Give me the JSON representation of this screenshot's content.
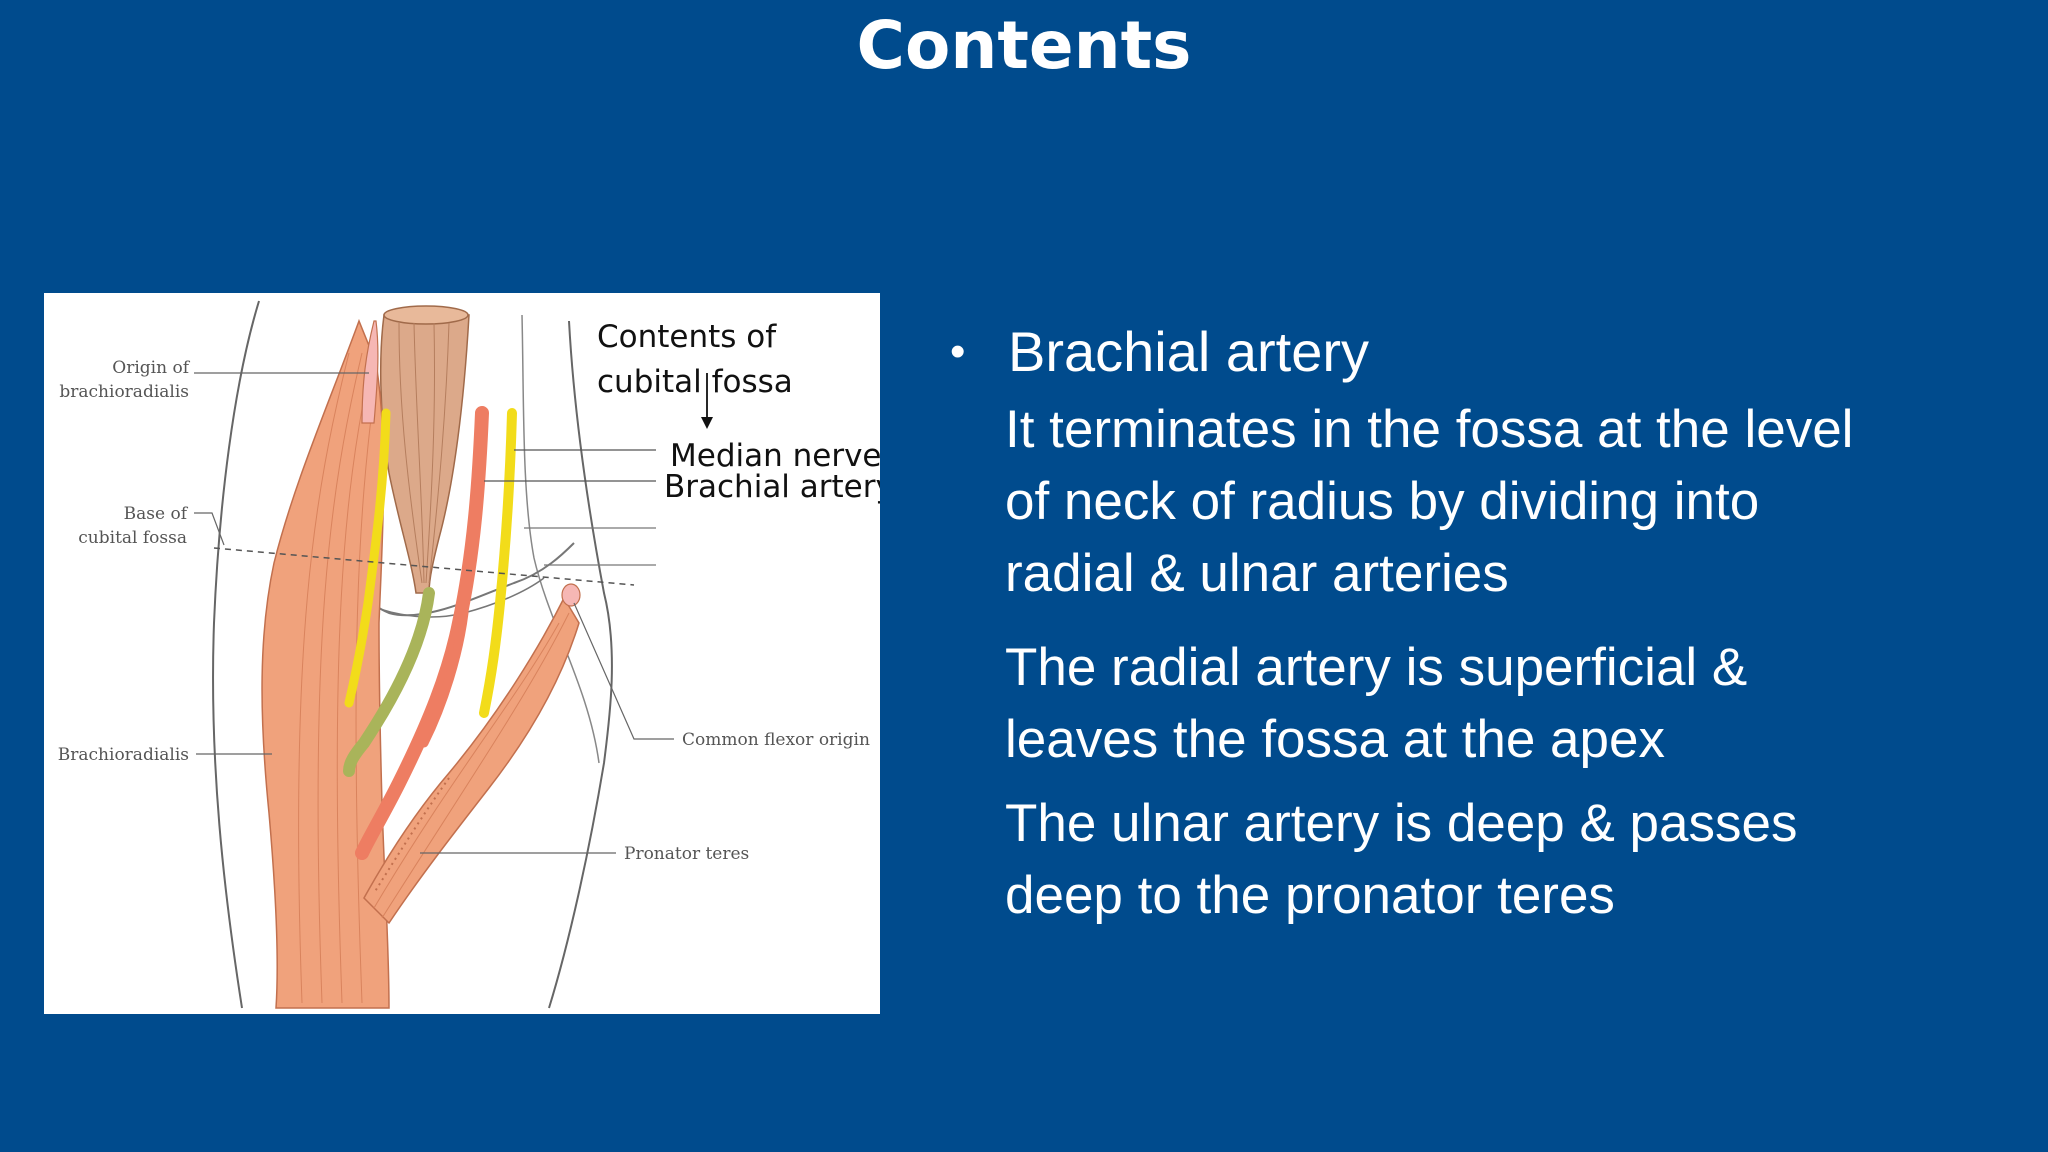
{
  "slide": {
    "title": "Contents"
  },
  "figure": {
    "labels": {
      "origin_1": "Origin of",
      "origin_2": "brachioradialis",
      "base_1": "Base of",
      "base_2": "cubital fossa",
      "brachioradialis": "Brachioradialis",
      "common_flexor": "Common flexor origin",
      "pronator": "Pronator teres"
    },
    "callouts": {
      "contents_1": "Contents of",
      "contents_2": "cubital fossa",
      "median_nerve": "Median nerve",
      "brachial_artery": "Brachial artery"
    }
  },
  "content": {
    "bullet_symbol": "•",
    "bullet_heading": "Brachial artery",
    "paragraphs": [
      {
        "lines": [
          "It terminates in the fossa at the level",
          "of neck of radius by dividing into",
          "radial & ulnar arteries"
        ]
      },
      {
        "lines": [
          "The radial artery is superficial &",
          "leaves the fossa at the apex"
        ]
      },
      {
        "lines": [
          "The ulnar artery is deep & passes",
          "deep to the pronator teres"
        ]
      }
    ]
  },
  "colors": {
    "background": "#004b8d",
    "text": "#ffffff",
    "muscle": "#f0a27c",
    "tendon_cap": "#f6b7b4",
    "nerve": "#f2dc1a",
    "artery": "#ee7d62",
    "vein": "#a9b45a"
  }
}
